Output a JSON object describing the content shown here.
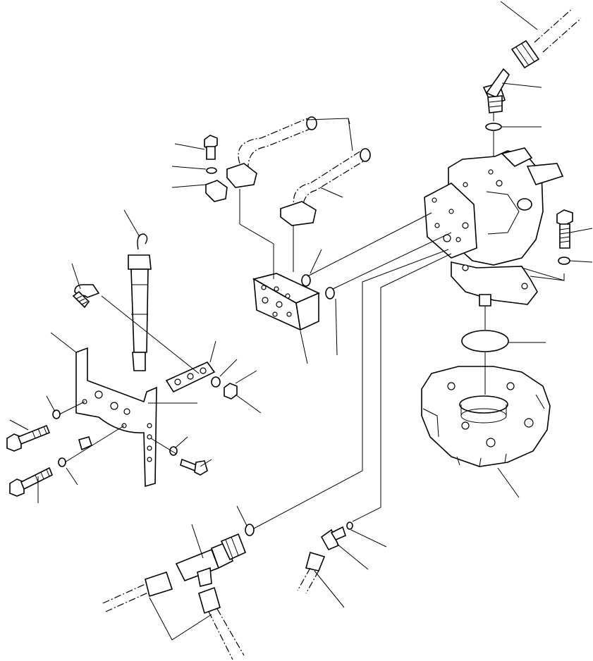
{
  "diagram": {
    "caption": "",
    "parts": [
      {
        "id": "hose-upper-right",
        "icon": "hose-icon"
      },
      {
        "id": "elbow-fitting",
        "icon": "elbow-fitting-icon"
      },
      {
        "id": "o-ring-top",
        "icon": "o-ring-icon"
      },
      {
        "id": "motor-valve-body",
        "icon": "hydraulic-motor-icon"
      },
      {
        "id": "mounting-bolt-right",
        "icon": "bolt-icon"
      },
      {
        "id": "washer-right",
        "icon": "washer-icon"
      },
      {
        "id": "large-o-ring",
        "icon": "o-ring-icon"
      },
      {
        "id": "housing-case",
        "icon": "housing-icon"
      },
      {
        "id": "tubes-pair",
        "icon": "tube-icon"
      },
      {
        "id": "flange-bolt",
        "icon": "bolt-icon"
      },
      {
        "id": "flange-washer",
        "icon": "washer-icon"
      },
      {
        "id": "split-flange",
        "icon": "flange-icon"
      },
      {
        "id": "manifold-block",
        "icon": "manifold-block-icon"
      },
      {
        "id": "o-ring-block",
        "icon": "o-ring-icon"
      },
      {
        "id": "o-ring-block-2",
        "icon": "o-ring-icon"
      },
      {
        "id": "gas-spring",
        "icon": "gas-spring-icon"
      },
      {
        "id": "u-bolt",
        "icon": "u-bolt-icon"
      },
      {
        "id": "mounting-bracket",
        "icon": "bracket-icon"
      },
      {
        "id": "clamp-plate",
        "icon": "clamp-icon"
      },
      {
        "id": "lock-washer",
        "icon": "washer-icon"
      },
      {
        "id": "hex-nut",
        "icon": "nut-icon"
      },
      {
        "id": "bracket-bolt-upper",
        "icon": "bolt-icon"
      },
      {
        "id": "bracket-bolt-lower",
        "icon": "bolt-icon"
      },
      {
        "id": "bracket-washer-upper",
        "icon": "washer-icon"
      },
      {
        "id": "bracket-washer-lower",
        "icon": "washer-icon"
      },
      {
        "id": "small-bolt",
        "icon": "bolt-icon"
      },
      {
        "id": "small-washer",
        "icon": "washer-icon"
      },
      {
        "id": "tee-fitting",
        "icon": "tee-fitting-icon"
      },
      {
        "id": "o-ring-tee",
        "icon": "o-ring-icon"
      },
      {
        "id": "hose-lower-left",
        "icon": "hose-icon"
      },
      {
        "id": "hose-lower-mid",
        "icon": "hose-icon"
      },
      {
        "id": "elbow-small",
        "icon": "elbow-fitting-icon"
      },
      {
        "id": "o-ring-small",
        "icon": "o-ring-icon"
      },
      {
        "id": "hose-lower-center",
        "icon": "hose-icon"
      }
    ]
  }
}
